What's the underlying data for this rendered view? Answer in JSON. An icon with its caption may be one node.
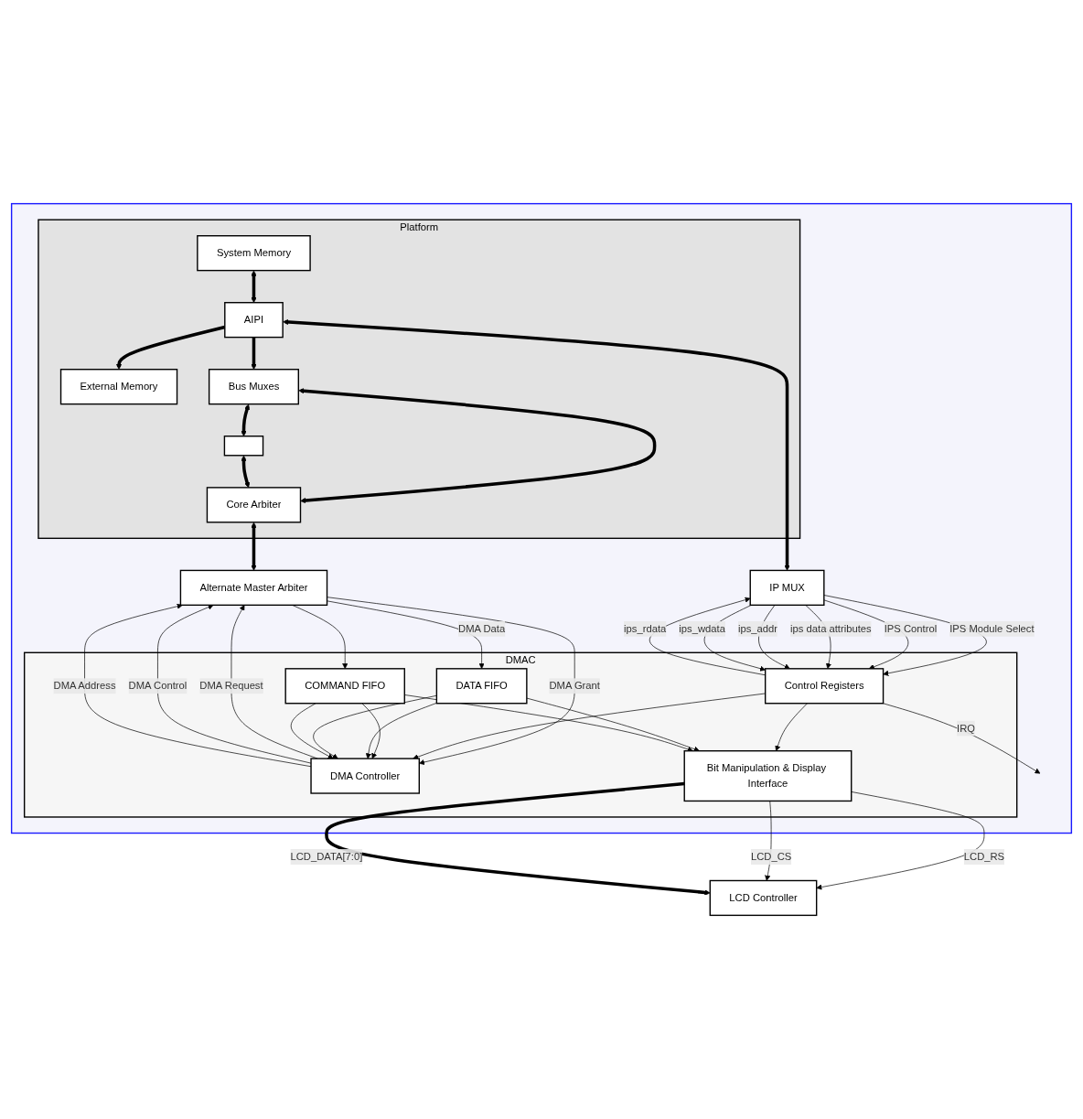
{
  "diagram": {
    "nodes": [
      {
        "text": [],
        "shape": "box"
      },
      {
        "text": [
          "Platform"
        ],
        "in": 0
      },
      {
        "text": [
          "System Memory"
        ],
        "in": 1
      },
      {
        "text": [
          "External Memory"
        ],
        "in": 1
      },
      {
        "text": [
          "Bus Muxes"
        ],
        "in": 1
      },
      {
        "text": [],
        "shape": "box",
        "in": 1
      },
      {
        "text": [
          "AIPI"
        ],
        "in": 1
      },
      {
        "text": [
          "Core Arbiter"
        ],
        "in": 1
      },
      {
        "text": [
          "Alternate Master Arbiter"
        ],
        "in": 0
      },
      {
        "text": [
          "IP MUX"
        ],
        "in": 0
      },
      {
        "text": [
          "DMAC"
        ],
        "in": 0
      },
      {
        "text": [
          "DMA Controller"
        ],
        "in": 10
      },
      {
        "text": [
          "Control Registers"
        ],
        "in": 10
      },
      {
        "text": [
          "DATA FIFO"
        ],
        "in": 10
      },
      {
        "text": [
          "COMMAND FIFO"
        ],
        "in": 10
      },
      {
        "text": [
          "Bit Manipulation & Display Interface"
        ],
        "in": 10
      },
      {
        "text": [
          "LCD Controller"
        ]
      }
    ],
    "edges": [
      {
        "from": 2,
        "to": 6,
        "arrow": "both",
        "style": "thick"
      },
      {
        "from": 6,
        "to": 3,
        "arrow": "to",
        "style": "thick"
      },
      {
        "from": 6,
        "to": 4,
        "arrow": "to",
        "style": "thick"
      },
      {
        "from": 4,
        "to": 5,
        "arrow": "both",
        "style": "thick"
      },
      {
        "from": 4,
        "to": 7,
        "arrow": "both",
        "style": "thick"
      },
      {
        "from": 5,
        "to": 7,
        "arrow": "both",
        "style": "thick"
      },
      {
        "from": 7,
        "to": 8,
        "arrow": "both",
        "style": "thick"
      },
      {
        "from": 6,
        "to": 9,
        "arrow": "both",
        "style": "thick"
      },
      {
        "from": 11,
        "to": 8,
        "arrow": "to",
        "label": "DMA Request"
      },
      {
        "from": 8,
        "to": 11,
        "arrow": "to",
        "label": "DMA Grant"
      },
      {
        "from": 11,
        "to": 8,
        "arrow": "to",
        "label": "DMA Control"
      },
      {
        "from": 11,
        "to": 8,
        "arrow": "to",
        "label": "DMA Address"
      },
      {
        "from": 8,
        "to": 13,
        "arrow": "to",
        "label": "DMA Data"
      },
      {
        "from": 8,
        "to": 14,
        "arrow": "to"
      },
      {
        "from": 9,
        "to": 12,
        "arrow": "to",
        "label": "IPS Module Select"
      },
      {
        "from": 9,
        "to": 12,
        "arrow": "to",
        "label": "IPS Control"
      },
      {
        "from": 9,
        "to": 12,
        "arrow": "to",
        "label": "ips data attributes"
      },
      {
        "from": 9,
        "to": 12,
        "arrow": "to",
        "label": "ips_addr"
      },
      {
        "from": 9,
        "to": 12,
        "arrow": "to",
        "label": "ips_wdata"
      },
      {
        "from": 12,
        "to": 9,
        "arrow": "to",
        "label": "ips_rdata"
      },
      {
        "from": 12,
        "to": null,
        "arrow": "to",
        "label": "IRQ"
      },
      {
        "from": 12,
        "to": 11,
        "arrow": "to"
      },
      {
        "from": 12,
        "to": 15,
        "arrow": "to"
      },
      {
        "from": 14,
        "to": 11,
        "arrow": "to"
      },
      {
        "from": 13,
        "to": 11,
        "arrow": "to"
      },
      {
        "from": 13,
        "to": 11,
        "arrow": "to"
      },
      {
        "from": 14,
        "to": 11,
        "arrow": "to"
      },
      {
        "from": 13,
        "to": 15,
        "arrow": "to"
      },
      {
        "from": 14,
        "to": 15,
        "arrow": "to"
      },
      {
        "from": 15,
        "to": 16,
        "arrow": "to",
        "label": "LCD_RS"
      },
      {
        "from": 15,
        "to": 16,
        "arrow": "to",
        "label": "LCD_CS"
      },
      {
        "from": 15,
        "to": 16,
        "arrow": "to",
        "label": "LCD_DATA[7:0]",
        "style": "thick"
      }
    ]
  }
}
